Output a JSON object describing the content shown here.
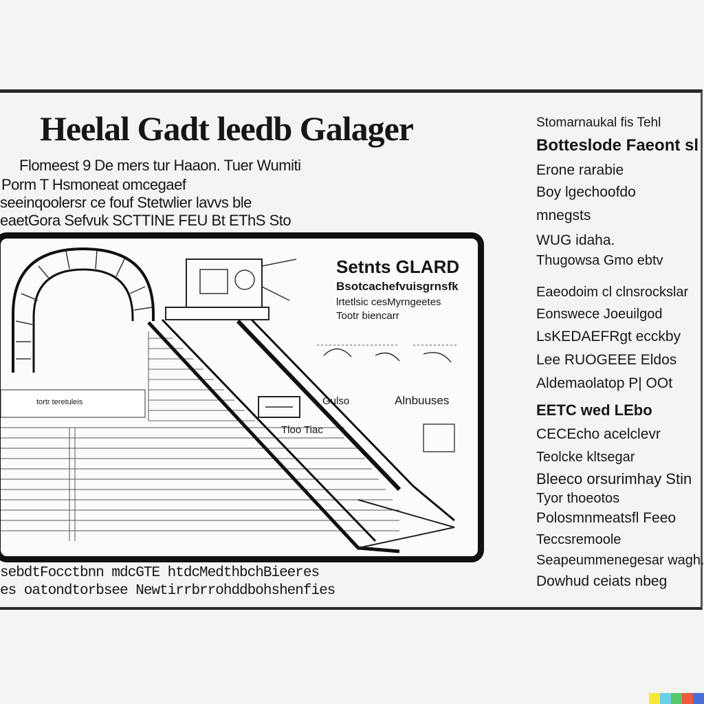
{
  "header": {
    "title": "Heelal Gadt   leedb Galager",
    "subtitle_lines": [
      "Flomeest 9 De mers tur Haaon. Tuer Wumiti",
      "Porm T Hsmoneat omcegaef",
      "seeinqoolersr ce fouf Stetwlier lavvs ble",
      "eaetGora Sefvuk SCTTINE FEU Bt EThS Sto"
    ]
  },
  "diagram": {
    "inset_title": "Setnts GLARD",
    "inset_lines": [
      "Bsotcachefvuisgrnsfk",
      "lrtetlsic cesMyrngeetes",
      "Tootr biencarr"
    ],
    "labels": [
      "tortr teretuleis",
      "Gulso",
      "Alnbuuses",
      "Tloo Tiac"
    ]
  },
  "right_column": {
    "lines": [
      "Stomarnaukal fis Tehl",
      "Botteslode Faeont sl",
      "Erone rarabie",
      "Boy lgechoofdo",
      "mnegsts",
      "WUG idaha.",
      "Thugowsa Gmo ebtv",
      "Eaeodoim cl clnsrockslar",
      "Eonswece Joeuilgod",
      "LsKEDAEFRgt ecckby",
      "Lee RUOGEEE Eldos",
      "Aldemaolatop P| OOt",
      "EETC wed LEbo",
      "CECEcho acelclevr",
      "Teolcke kltsegar",
      "Bleeco orsurimhay Stin",
      "Tyor thoeotos",
      "Polosmnmeatsfl Feeo",
      "Teccsremoole",
      "Seapeummenegesar wagh.",
      "Dowhud ceiats nbeg"
    ]
  },
  "footer": {
    "lines": [
      "sebdtFocctbnn mdcGTE htdcMedthbchBieeres",
      "es oatondtorbsee Newtirrbrrohddbohshenfies"
    ]
  },
  "badge_colors": [
    "#f5e63c",
    "#6ad0e8",
    "#55c96b",
    "#ef5a3c",
    "#4b6fd8"
  ]
}
